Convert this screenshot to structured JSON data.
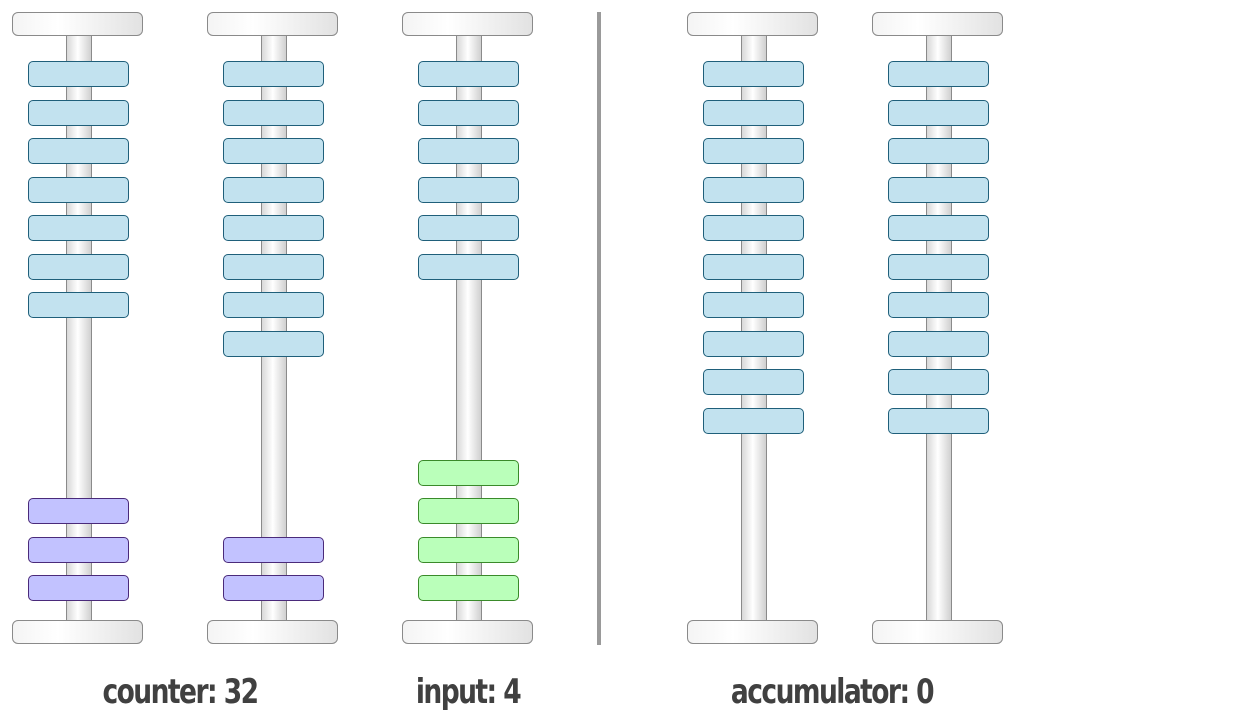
{
  "groups": [
    {
      "id": "counter",
      "label": "counter: 32"
    },
    {
      "id": "input",
      "label": "input: 4"
    },
    {
      "id": "accumulator",
      "label": "accumulator: 0"
    }
  ],
  "rods": [
    {
      "name": "counter-rod-tens",
      "group": "counter",
      "top_beads": 7,
      "bottom_beads": 3,
      "bottom_color": "purple",
      "digit": 3
    },
    {
      "name": "counter-rod-ones",
      "group": "counter",
      "top_beads": 8,
      "bottom_beads": 2,
      "bottom_color": "purple",
      "digit": 2
    },
    {
      "name": "input-rod-ones",
      "group": "input",
      "top_beads": 6,
      "bottom_beads": 4,
      "bottom_color": "green",
      "digit": 4
    },
    {
      "name": "accumulator-rod-tens",
      "group": "accumulator",
      "top_beads": 10,
      "bottom_beads": 0,
      "bottom_color": "none",
      "digit": 0
    },
    {
      "name": "accumulator-rod-ones",
      "group": "accumulator",
      "top_beads": 10,
      "bottom_beads": 0,
      "bottom_color": "none",
      "digit": 0
    }
  ],
  "colors": {
    "idle_bead": "#c2e2ef",
    "counter_bead": "#c2c2ff",
    "input_bead": "#baffba",
    "label_text": "#404040",
    "divider": "#9a9a9a"
  }
}
